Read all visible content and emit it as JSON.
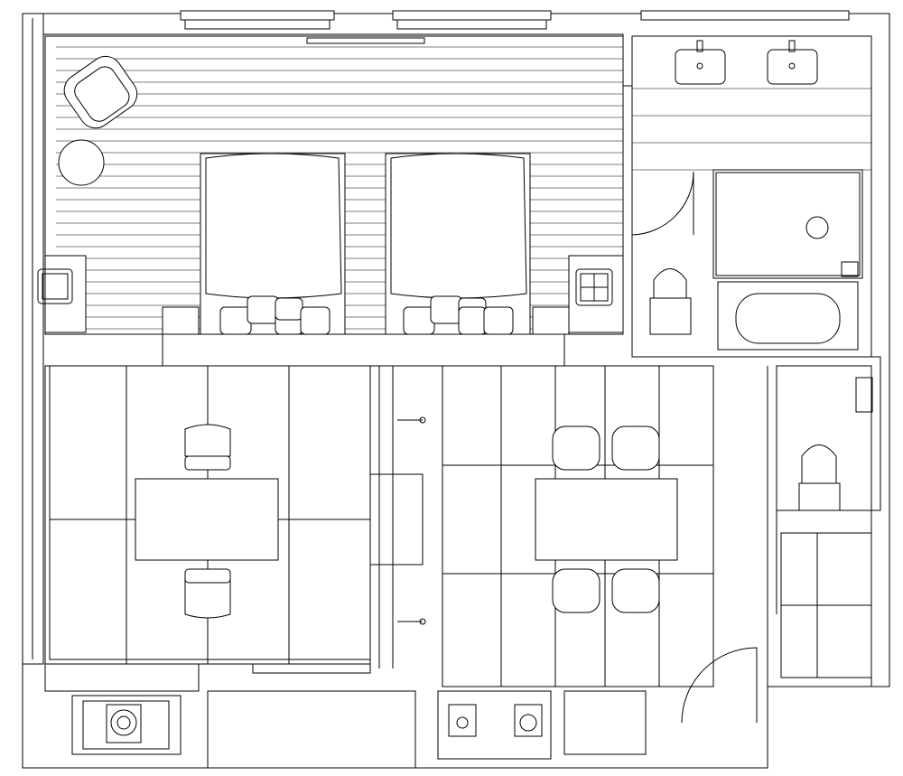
{
  "drawing": {
    "type": "floor-plan",
    "stroke_color": "#000000",
    "background": "#ffffff",
    "rooms": [
      "bedroom",
      "bathroom",
      "shower",
      "tatami-room",
      "dining-room",
      "toilet",
      "entrance"
    ],
    "furniture_icons": [
      "bed-icon",
      "pillow-icon",
      "armchair-icon",
      "round-table-icon",
      "chair-icon",
      "table-icon",
      "sink-icon",
      "toilet-icon",
      "bathtub-icon",
      "shower-icon",
      "door-swing-icon",
      "window-icon",
      "appliance-icon"
    ]
  }
}
